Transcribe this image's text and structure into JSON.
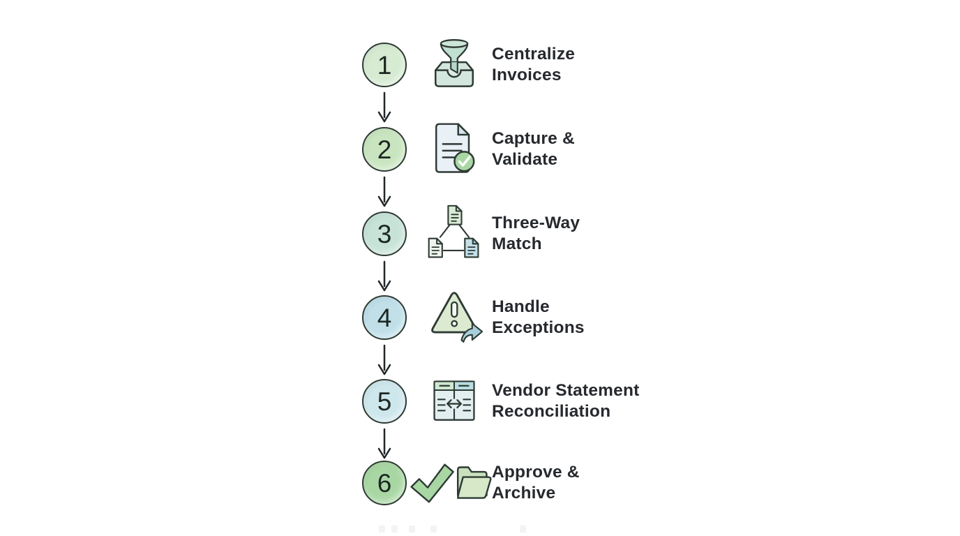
{
  "diagram": {
    "background_color": "#ffffff",
    "outline_color": "#2e3a34",
    "text_color": "#26292d",
    "connector_color": "#212629"
  },
  "steps": [
    {
      "number": "1",
      "icon": "funnel-inbox-icon",
      "circle_color": "#d6ebd2",
      "label_lines": [
        "Centralize",
        "Invoices"
      ]
    },
    {
      "number": "2",
      "icon": "document-check-icon",
      "circle_color": "#c9e5c0",
      "label_lines": [
        "Capture &",
        "Validate"
      ]
    },
    {
      "number": "3",
      "icon": "three-documents-icon",
      "circle_color": "#c7e3d7",
      "label_lines": [
        "Three-Way",
        "Match"
      ]
    },
    {
      "number": "4",
      "icon": "warning-arrow-icon",
      "circle_color": "#c0dfe9",
      "label_lines": [
        "Handle",
        "Exceptions"
      ]
    },
    {
      "number": "5",
      "icon": "table-compare-icon",
      "circle_color": "#cee7ed",
      "label_lines": [
        "Vendor Statement",
        "Reconciliation"
      ]
    },
    {
      "number": "6",
      "icon": "check-folder-icon",
      "circle_color": "#a9d7a4",
      "label_lines": [
        "Approve &",
        "Archive"
      ]
    }
  ]
}
